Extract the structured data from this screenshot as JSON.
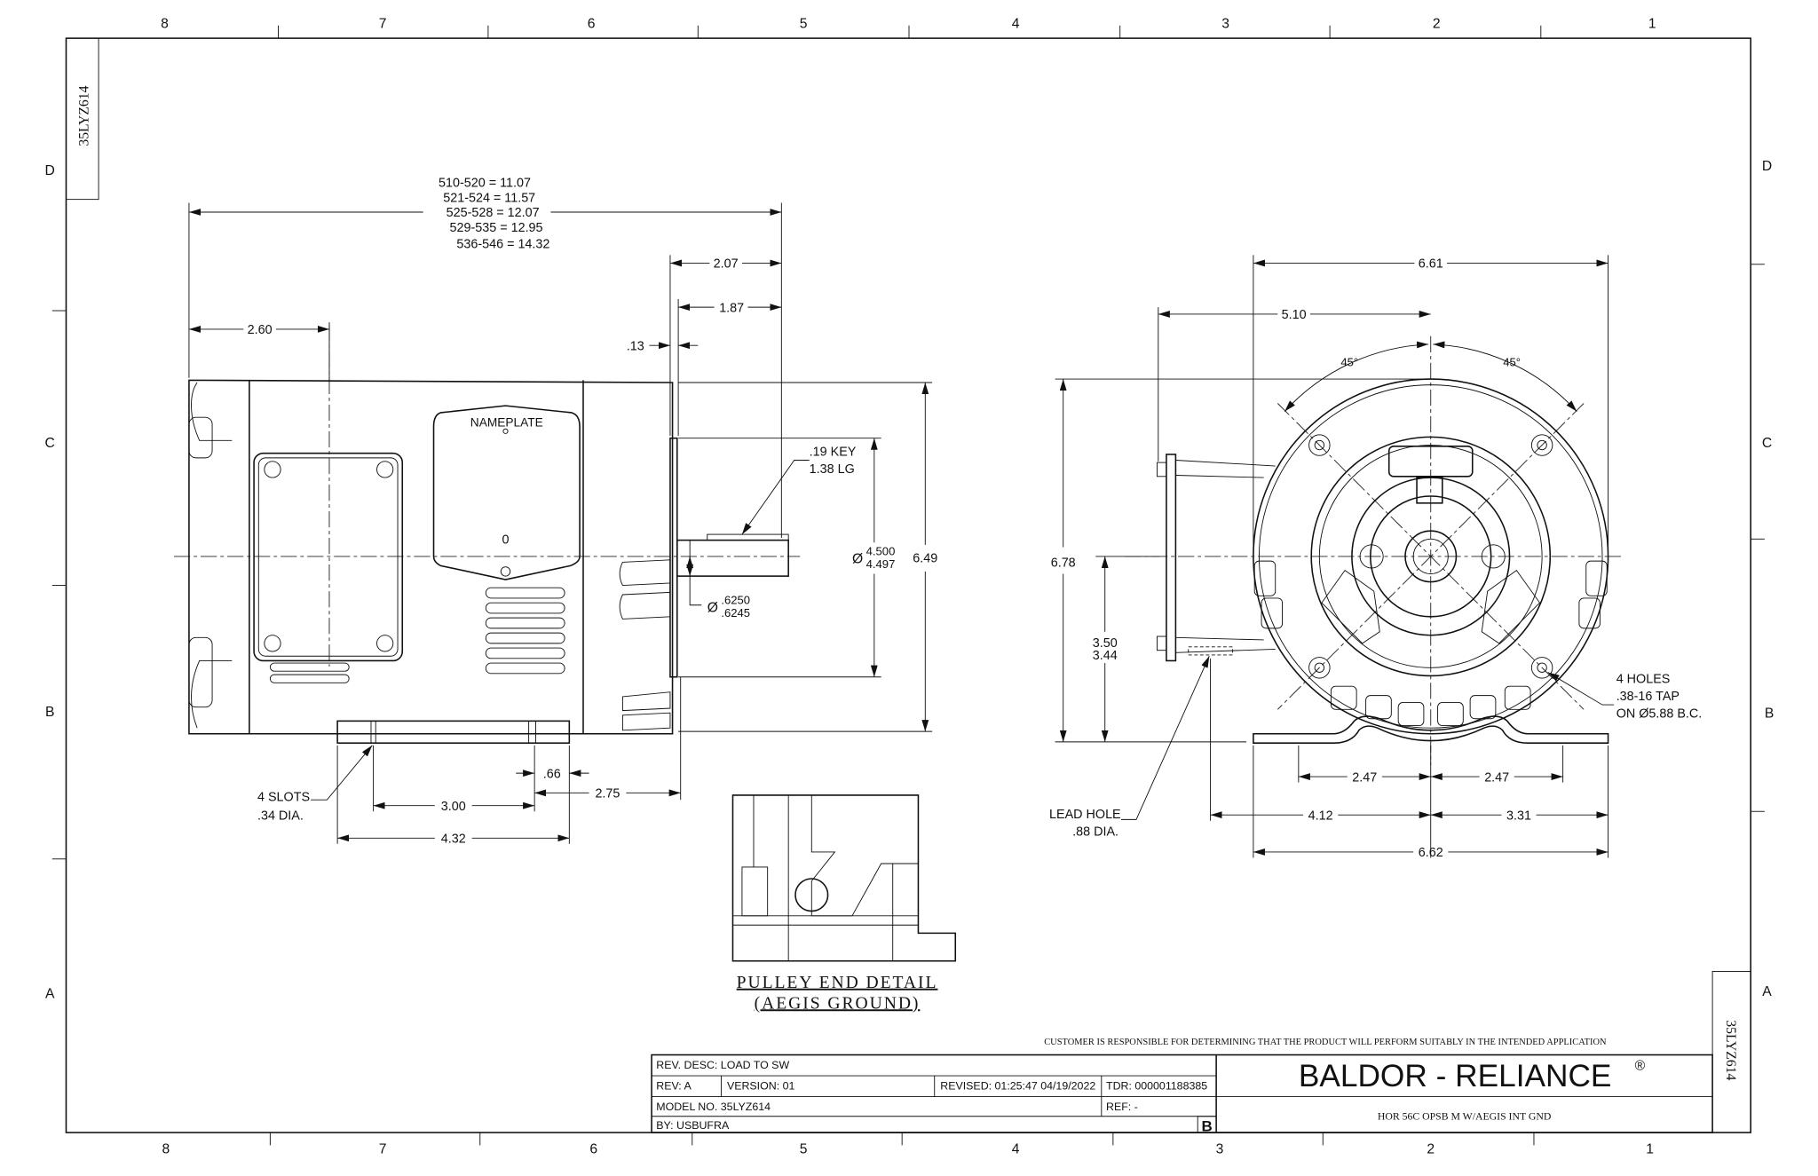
{
  "drawing_id": "35LYZ614",
  "zones": {
    "columns": [
      "8",
      "7",
      "6",
      "5",
      "4",
      "3",
      "2",
      "1"
    ],
    "rows": [
      "D",
      "C",
      "B",
      "A"
    ]
  },
  "side_view": {
    "overall_length_table": [
      "510-520 = 11.07",
      "521-524 = 11.57",
      "525-528 = 12.07",
      "529-535 = 12.95",
      "536-546 = 14.32"
    ],
    "dim_2_60": "2.60",
    "dim_2_07": "2.07",
    "dim_1_87": "1.87",
    "dim_0_13": ".13",
    "nameplate_label": "NAMEPLATE",
    "nameplate_mark": "0",
    "key_note": [
      ".19 KEY",
      "1.38 LG"
    ],
    "pilot_dia": [
      "4.500",
      "4.497"
    ],
    "shaft_dia": [
      ".6250",
      ".6245"
    ],
    "diameter_symbol": "Ø",
    "dim_6_49": "6.49",
    "dim_0_66": ".66",
    "dim_2_75": "2.75",
    "dim_3_00": "3.00",
    "dim_4_32": "4.32",
    "slots_note": [
      "4 SLOTS",
      ".34 DIA."
    ]
  },
  "end_view": {
    "dim_6_61": "6.61",
    "dim_5_10": "5.10",
    "angle_left": "45°",
    "angle_right": "45°",
    "dim_6_78": "6.78",
    "dim_shaft_height": [
      "3.50",
      "3.44"
    ],
    "holes_note": [
      "4 HOLES",
      ".38-16 TAP",
      "ON Ø5.88 B.C."
    ],
    "dim_2_47_left": "2.47",
    "dim_2_47_right": "2.47",
    "dim_4_12": "4.12",
    "dim_3_31": "3.31",
    "dim_6_62": "6.62",
    "lead_hole_note": [
      "LEAD HOLE",
      ".88 DIA."
    ]
  },
  "detail": {
    "title": "PULLEY END DETAIL",
    "subtitle": "(AEGIS GROUND)"
  },
  "title_block": {
    "disclaimer": "CUSTOMER IS RESPONSIBLE FOR DETERMINING THAT THE PRODUCT WILL PERFORM SUITABLY IN THE INTENDED APPLICATION",
    "rev_desc": "REV. DESC: LOAD TO SW",
    "rev": "REV:  A",
    "version": "VERSION:  01",
    "revised": "REVISED:  01:25:47 04/19/2022",
    "tdr": "TDR:  000001188385",
    "model_no": "MODEL NO.  35LYZ614",
    "ref": "REF:  -",
    "by": "BY: USBUFRA",
    "size": "B",
    "company": "BALDOR - RELIANCE",
    "registered": "®",
    "description": "HOR 56C OPSB M W/AEGIS INT GND"
  }
}
